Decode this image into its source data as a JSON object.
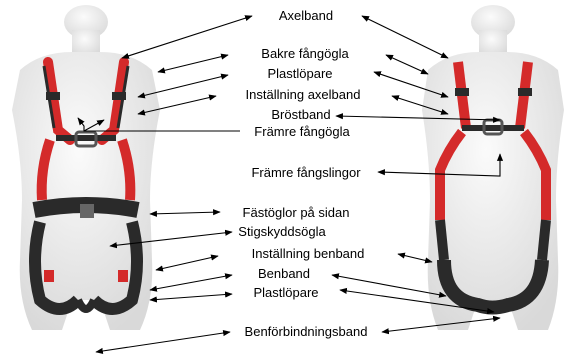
{
  "labels": {
    "axelband": "Axelband",
    "bakre_fangogla": "Bakre fångögla",
    "plastlopare_upper": "Plastlöpare",
    "installning_axelband": "Inställning axelband",
    "brostband": "Bröstband",
    "framre_fangogla": "Främre fångögla",
    "framre_fangslingor": "Främre fångslingor",
    "fastoglor_pa_sidan": "Fästöglor på sidan",
    "stigskyddsogla": "Stigskyddsögla",
    "installning_benband": "Inställning benband",
    "benband": "Benband",
    "plastlopare_lower": "Plastlöpare",
    "benforbindningsband": "Benförbindningsband"
  },
  "colors": {
    "webbing_red": "#d42a2a",
    "webbing_black": "#2a2a2a",
    "mannequin": "#eeeeee",
    "arrow": "#000000"
  }
}
